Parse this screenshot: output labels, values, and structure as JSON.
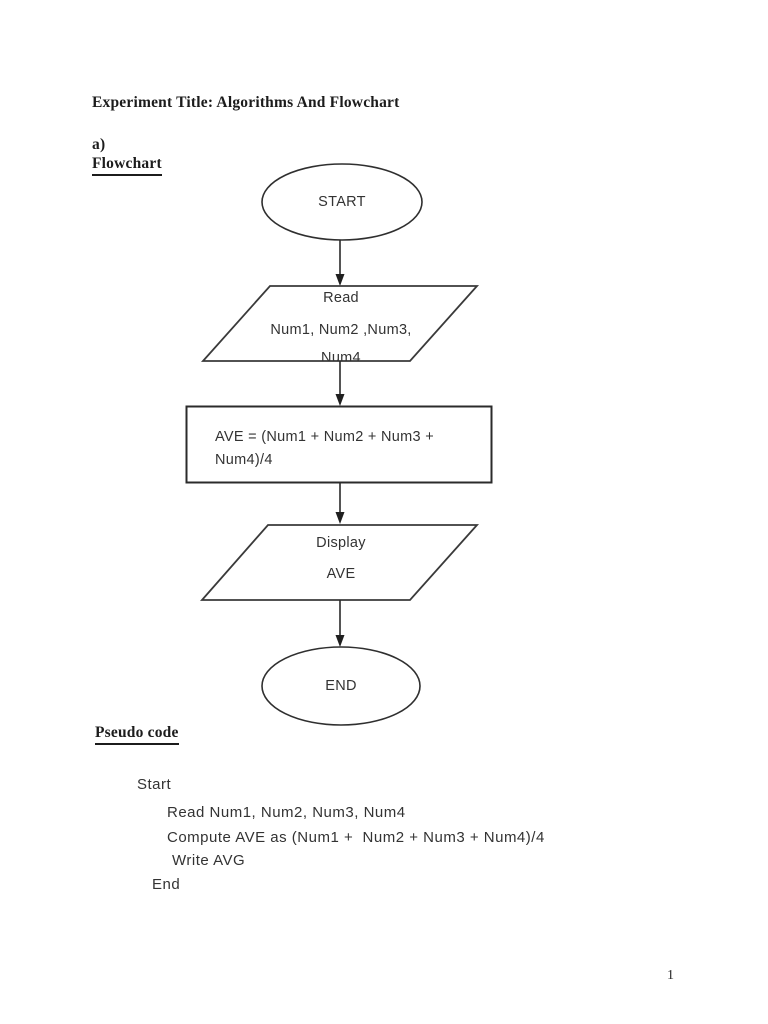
{
  "document": {
    "title": "Experiment Title: Algorithms And Flowchart",
    "section_label": "a)",
    "flowchart_heading": "Flowchart",
    "pseudocode_heading": "Pseudo code",
    "page_number": "1"
  },
  "flowchart": {
    "start_label": "START",
    "read": {
      "line1": "Read",
      "line2": "Num1, Num2 ,Num3,",
      "line3": "Num4"
    },
    "process": {
      "line1": "AVE = (Num1 + Num2 + Num3 +",
      "line2": "Num4)/4"
    },
    "display": {
      "line1": "Display",
      "line2": "AVE"
    },
    "end_label": "END",
    "stroke_color": "#2f2f2f"
  },
  "pseudocode": {
    "lines": [
      "Start",
      "Read Num1, Num2, Num3, Num4",
      "Compute AVE as (Num1 +  Num2 + Num3 + Num4)/4",
      "Write AVG",
      "End"
    ]
  }
}
